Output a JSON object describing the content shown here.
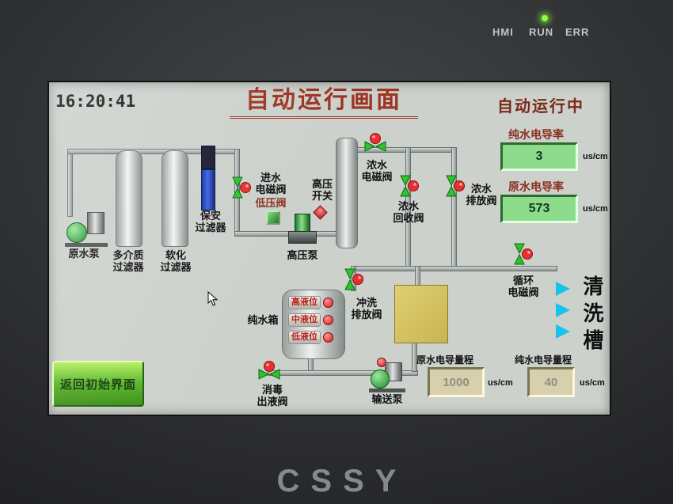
{
  "bezel": {
    "led_hmi": "HMI",
    "led_run": "RUN",
    "led_err": "ERR",
    "brand": "CSSY"
  },
  "screen": {
    "time": "16:20:41",
    "title": "自动运行画面",
    "status": "自动运行中",
    "readouts": {
      "pure": {
        "label": "纯水电导率",
        "value": "3",
        "unit": "us/cm"
      },
      "raw": {
        "label": "原水电导率",
        "value": "573",
        "unit": "us/cm"
      }
    },
    "ranges": {
      "raw": {
        "label": "原水电导量程",
        "value": "1000",
        "unit": "us/cm"
      },
      "pure": {
        "label": "纯水电导量程",
        "value": "40",
        "unit": "us/cm"
      }
    },
    "labels": {
      "raw_pump": "原水泵",
      "media_filter": "多介质\n过滤器",
      "softener": "软化\n过滤器",
      "security_filter": "保安\n过滤器",
      "inlet_valve": "进水\n电磁阀",
      "low_pressure_valve": "低压阀",
      "high_pressure_switch": "高压\n开关",
      "high_pressure_pump": "高压泵",
      "conc_solenoid_valve": "浓水\n电磁阀",
      "conc_recovery_valve": "浓水\n回收阀",
      "conc_drain_valve": "浓水\n排放阀",
      "circulation_valve": "循环\n电磁阀",
      "cleaning_tank": "清洗槽",
      "pure_tank": "纯水箱",
      "level_high": "高液位",
      "level_mid": "中液位",
      "level_low": "低液位",
      "flush_drain_valve": "冲洗\n排放阀",
      "disinfect_valve": "消毒\n出液阀",
      "transfer_pump": "输送泵"
    },
    "button_back": "返回初始界面"
  }
}
